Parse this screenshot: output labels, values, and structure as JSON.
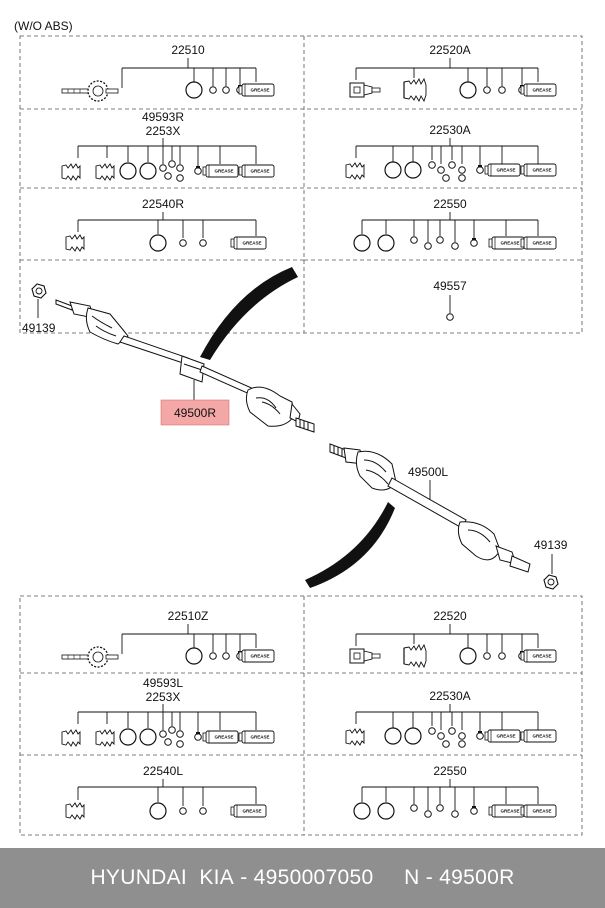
{
  "header_note": "(W/O ABS)",
  "top_table": [
    {
      "code": "22510",
      "secondary": ""
    },
    {
      "code": "22520A",
      "secondary": ""
    },
    {
      "code": "49593R",
      "secondary": "2253X"
    },
    {
      "code": "22530A",
      "secondary": ""
    },
    {
      "code": "22540R",
      "secondary": ""
    },
    {
      "code": "22550",
      "secondary": ""
    },
    {
      "code": "49557",
      "secondary": ""
    }
  ],
  "bottom_table": [
    {
      "code": "22510Z",
      "secondary": ""
    },
    {
      "code": "22520",
      "secondary": ""
    },
    {
      "code": "49593L",
      "secondary": "2253X"
    },
    {
      "code": "22530A",
      "secondary": ""
    },
    {
      "code": "22540L",
      "secondary": ""
    },
    {
      "code": "22550",
      "secondary": ""
    }
  ],
  "grease_text": "GREASE",
  "shaft_labels": {
    "nut_top": "49139",
    "right_shaft": "49500R",
    "left_shaft": "49500L",
    "nut_bottom": "49139"
  },
  "highlight_color": "#f4a7a7",
  "footer": {
    "brand": "HYUNDAI  KIA",
    "separator": " - ",
    "part_number": "4950007050",
    "spacer": "     ",
    "ref_label": "N - 49500R"
  }
}
